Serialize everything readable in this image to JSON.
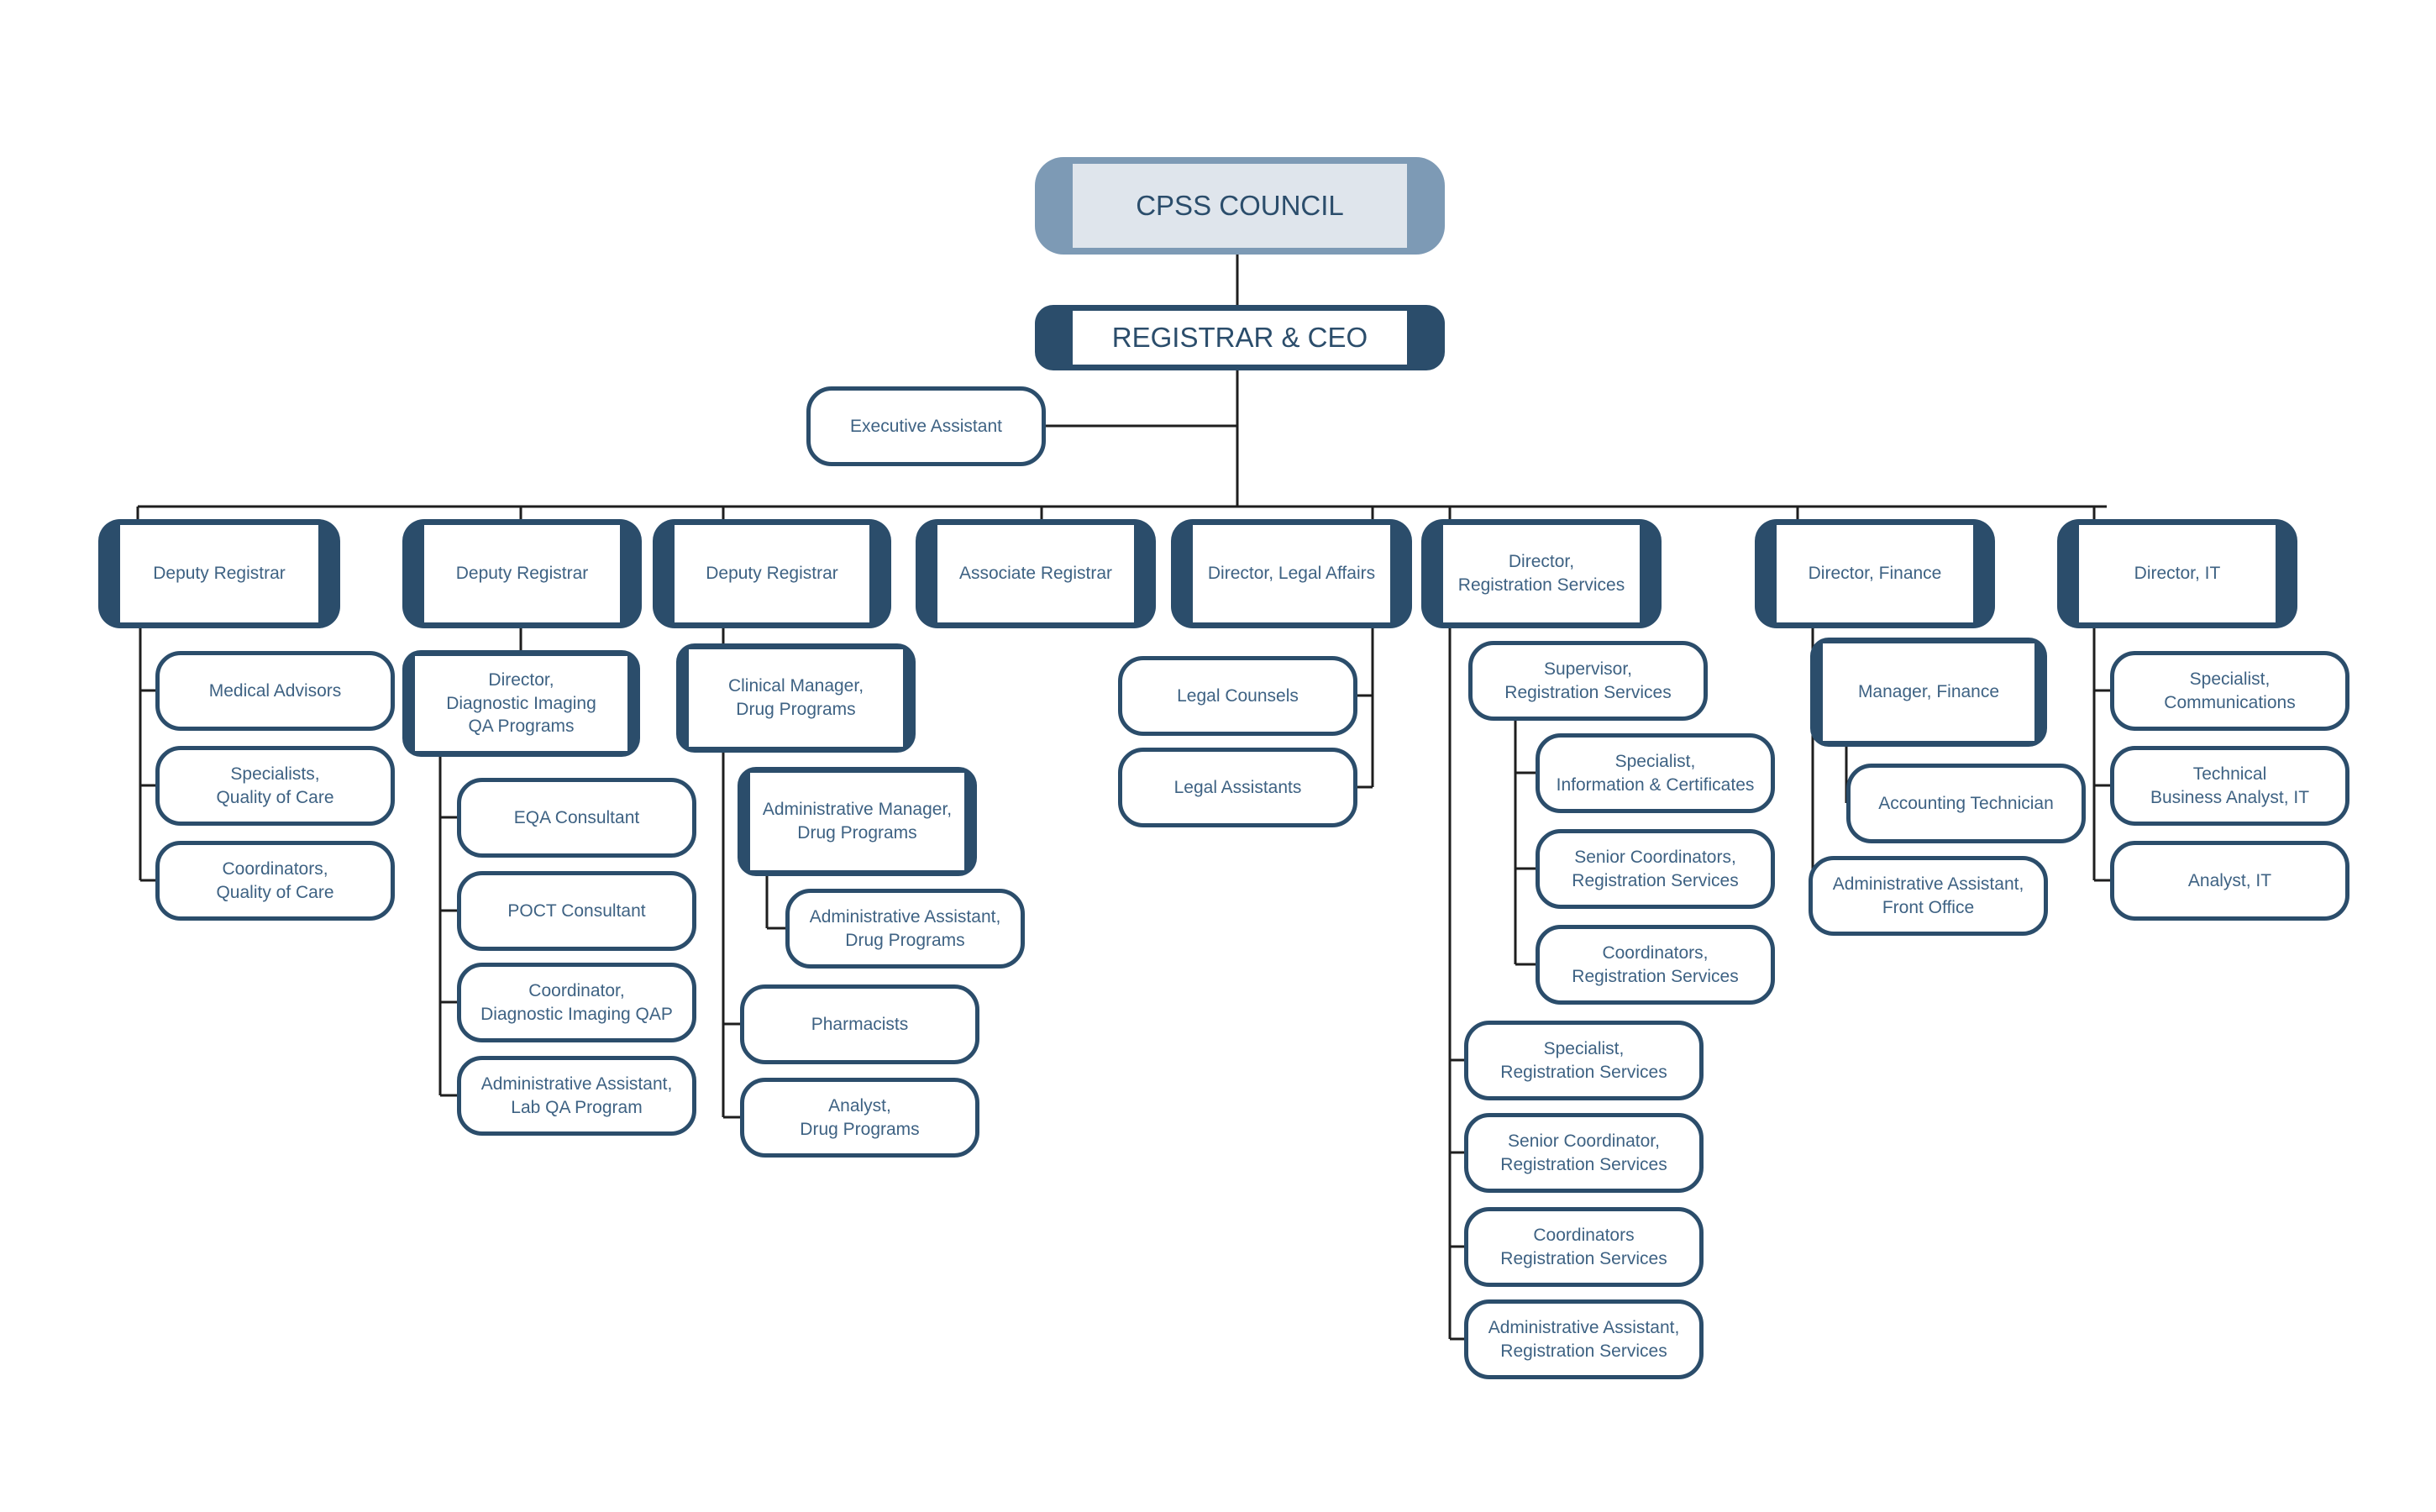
{
  "council": "CPSS COUNCIL",
  "ceo": "REGISTRAR & CEO",
  "executive_assistant": "Executive Assistant",
  "deputy_registrar_1": {
    "title": "Deputy Registrar",
    "items": [
      "Medical Advisors",
      "Specialists,\nQuality of Care",
      "Coordinators,\nQuality of Care"
    ]
  },
  "deputy_registrar_2": {
    "title": "Deputy Registrar",
    "sub_manager": "Director,\nDiagnostic Imaging\nQA Programs",
    "items": [
      "EQA Consultant",
      "POCT Consultant",
      "Coordinator,\nDiagnostic Imaging QAP",
      "Administrative Assistant,\nLab QA Program"
    ]
  },
  "deputy_registrar_3": {
    "title": "Deputy Registrar",
    "sub_manager": "Clinical Manager,\nDrug Programs",
    "sub_sub_manager": "Administrative Manager,\nDrug Programs",
    "sub_sub_items": [
      "Administrative Assistant,\nDrug Programs"
    ],
    "items": [
      "Pharmacists",
      "Analyst,\nDrug Programs"
    ]
  },
  "associate_registrar": {
    "title": "Associate Registrar"
  },
  "legal_affairs": {
    "title": "Director, Legal Affairs",
    "items": [
      "Legal Counsels",
      "Legal Assistants"
    ]
  },
  "registration_services": {
    "title": "Director,\nRegistration Services",
    "supervisor": "Supervisor,\nRegistration Services",
    "supervisor_items": [
      "Specialist,\nInformation & Certificates",
      "Senior Coordinators,\nRegistration Services",
      "Coordinators,\nRegistration Services"
    ],
    "items": [
      "Specialist,\nRegistration Services",
      "Senior Coordinator,\nRegistration Services",
      "Coordinators\nRegistration Services",
      "Administrative Assistant,\nRegistration Services"
    ]
  },
  "finance": {
    "title": "Director, Finance",
    "manager": "Manager, Finance",
    "manager_items": [
      "Accounting Technician"
    ],
    "items": [
      "Administrative Assistant,\nFront Office"
    ]
  },
  "it": {
    "title": "Director, IT",
    "items": [
      "Specialist,\nCommunications",
      "Technical\nBusiness Analyst, IT",
      "Analyst, IT"
    ]
  },
  "colors": {
    "dark": "#2b4d6b",
    "council_outer": "#7d9ab5",
    "council_inner": "#dfe5ec",
    "text": "#3e6283",
    "line": "#1e1e1e"
  }
}
